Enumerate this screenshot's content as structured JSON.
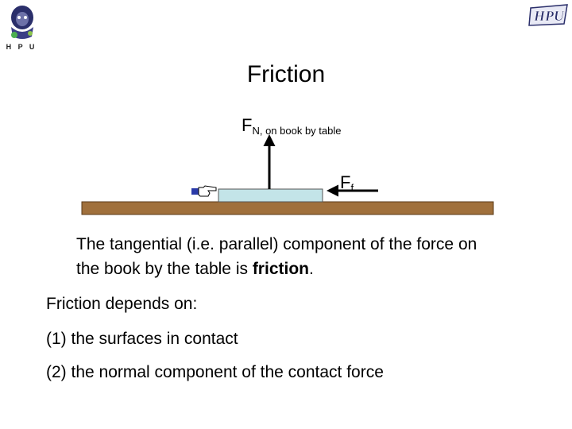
{
  "logos": {
    "left_letters": "H P U",
    "right_mark": "HPU"
  },
  "slide": {
    "title": "Friction"
  },
  "diagram": {
    "normal_force_symbol": "F",
    "normal_force_subscript": "N, on book by table",
    "friction_force_symbol": "F",
    "friction_force_subscript": "f",
    "colors": {
      "table": "#a0703c",
      "table_border": "#5a3a18",
      "book": "#c3e4e8",
      "book_border": "#555555",
      "arrow": "#000000"
    }
  },
  "body": {
    "paragraph_start": "The tangential (i.e. parallel) component of the force on the book by the table is ",
    "paragraph_bold": "friction",
    "paragraph_end": ".",
    "depends_heading": "Friction depends on:",
    "item_1": "(1) the surfaces in contact",
    "item_2": "(2) the normal component of the contact force"
  }
}
